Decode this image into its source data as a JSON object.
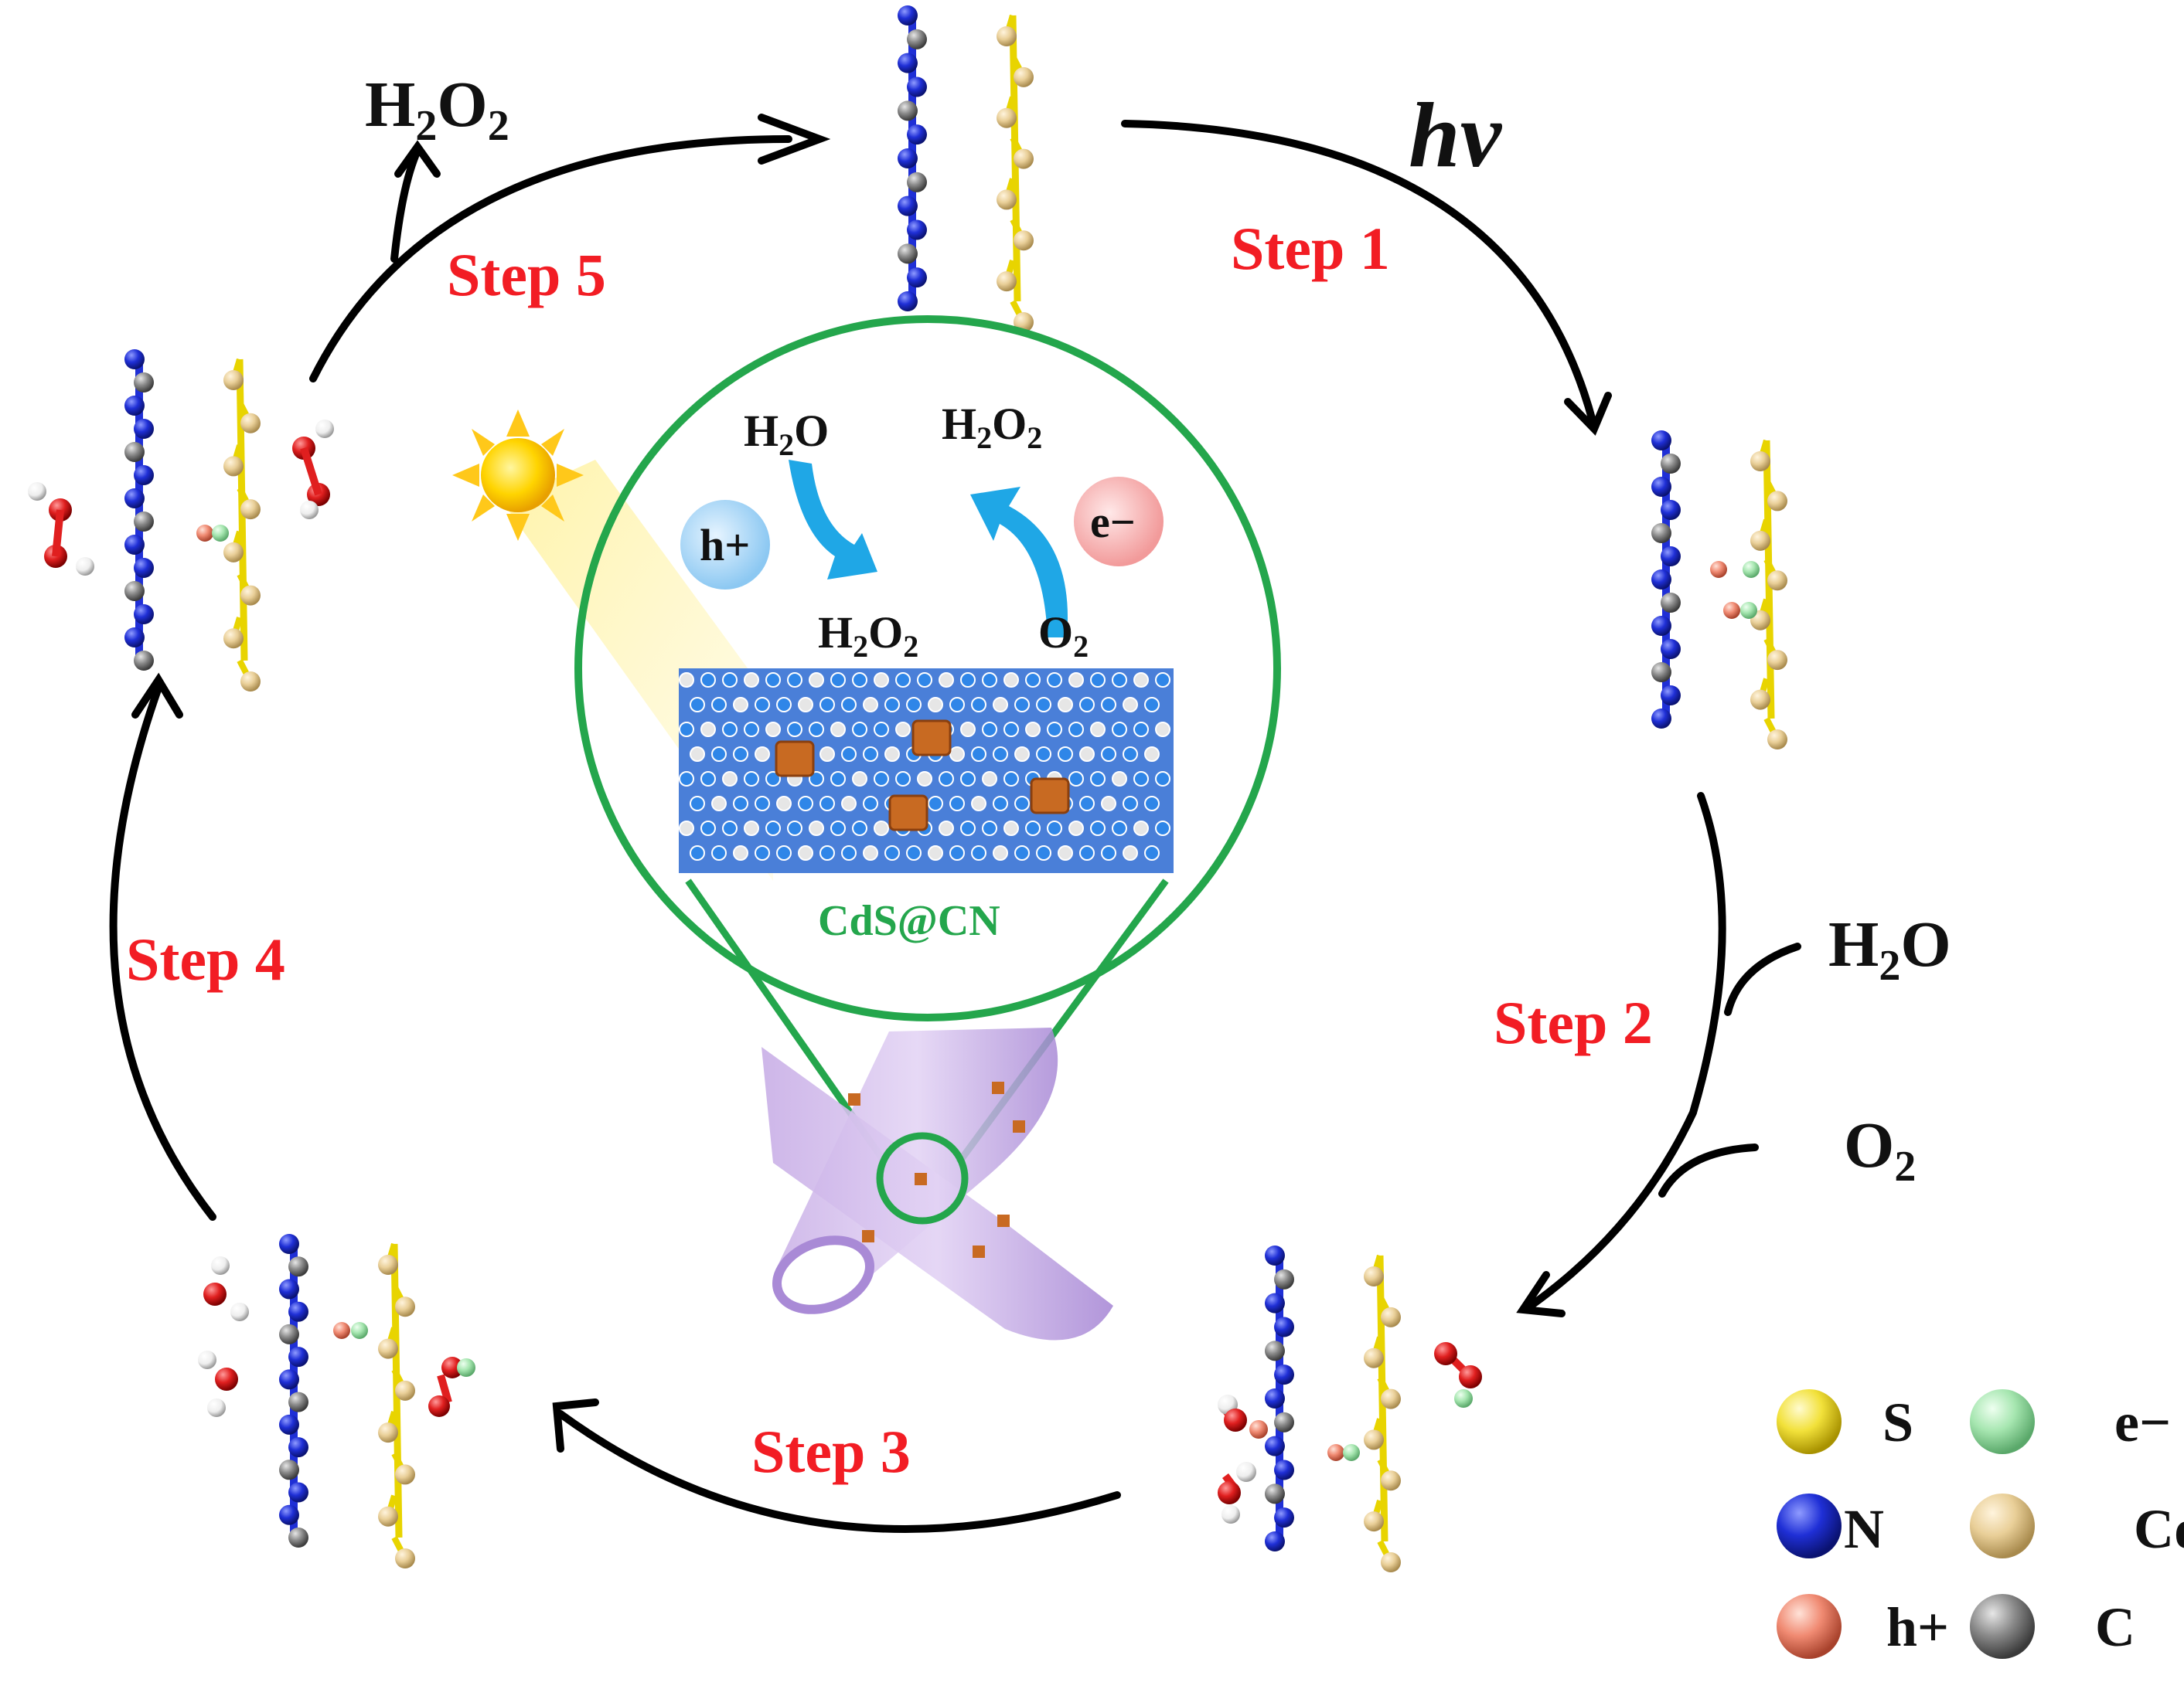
{
  "steps": {
    "step1": "Step 1",
    "step2": "Step 2",
    "step3": "Step 3",
    "step4": "Step 4",
    "step5": "Step 5"
  },
  "hv_label": "hv",
  "outer_labels": {
    "h2o2_top": {
      "main": "H",
      "sub1": "2",
      "mid": "O",
      "sub2": "2"
    },
    "h2o_right": {
      "main": "H",
      "sub1": "2",
      "mid": "O"
    },
    "o2_right": {
      "main": "O",
      "sub1": "2"
    }
  },
  "inset": {
    "h2o_label": {
      "main": "H",
      "sub1": "2",
      "mid": "O"
    },
    "h2o2_top_label": {
      "main": "H",
      "sub1": "2",
      "mid": "O",
      "sub2": "2"
    },
    "h2o2_bottom_label": {
      "main": "H",
      "sub1": "2",
      "mid": "O",
      "sub2": "2"
    },
    "o2_label": {
      "main": "O",
      "sub1": "2"
    },
    "hole_label": "h+",
    "electron_label": "e−",
    "material_label": "CdS@CN",
    "material_color": "#24a64c"
  },
  "legend": [
    {
      "symbol": "S",
      "color": "#f2e13a"
    },
    {
      "symbol": "e−",
      "color": "#a6e6b0"
    },
    {
      "symbol": "N",
      "color": "#1f2fd6"
    },
    {
      "symbol": "Cd",
      "color": "#e9cf98"
    },
    {
      "symbol": "h+",
      "color": "#f08a72"
    },
    {
      "symbol": "C",
      "color": "#8a8a8a"
    }
  ],
  "colors": {
    "step_red": "#f21d24",
    "circle_green": "#24a64c",
    "arrow_blue": "#1fa7e6",
    "sulfur": "#f2e13a",
    "nitrogen": "#1f2fd6",
    "cadmium": "#e9cf98",
    "carbon": "#8a8a8a",
    "oxygen": "#e01f1f",
    "hydrogen": "#f4f4f4"
  }
}
